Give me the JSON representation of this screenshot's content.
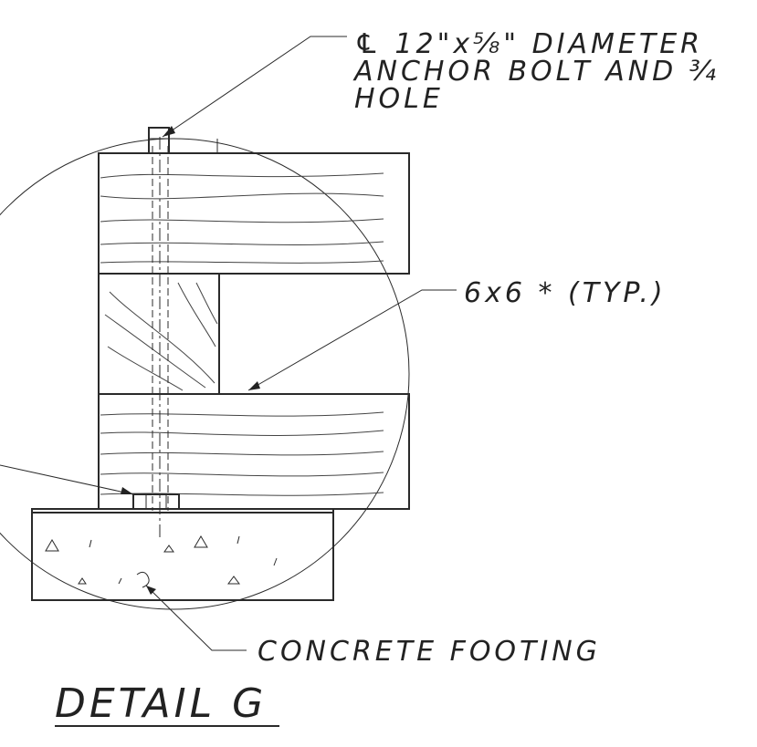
{
  "labels": {
    "anchor_line1": "℄ 12\"x⅝\" DIAMETER",
    "anchor_line2": "ANCHOR BOLT AND ¾",
    "anchor_line3": "HOLE",
    "timber": "6x6 * (TYP.)",
    "footing": "CONCRETE FOOTING",
    "title": "DETAIL G"
  }
}
